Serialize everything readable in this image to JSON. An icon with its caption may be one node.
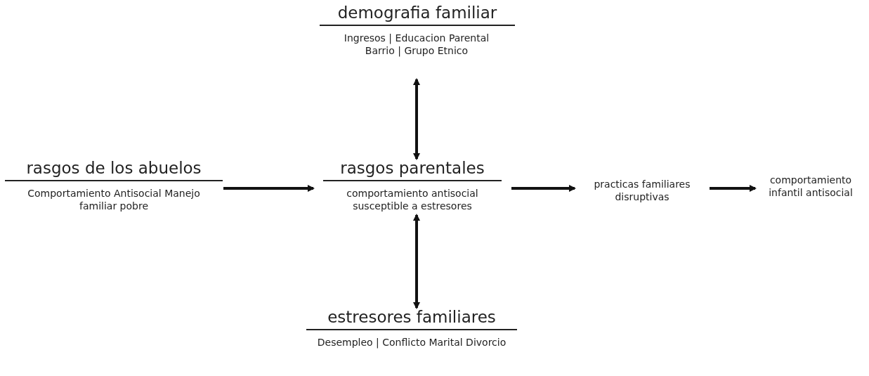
{
  "diagram": {
    "nodes": [
      {
        "text": [
          "demografia familiar",
          "Ingresos | Educacion Parental Barrio | Grupo Etnico"
        ]
      },
      {
        "text": [
          "rasgos de los abuelos",
          "Comportamiento Antisocial Manejo familiar pobre"
        ]
      },
      {
        "text": [
          "rasgos parentales",
          "comportamiento antisocial susceptible a estresores"
        ]
      },
      {
        "text": [
          "practicas familiares disruptivas"
        ]
      },
      {
        "text": [
          "comportamiento infantil antisocial"
        ]
      },
      {
        "text": [
          "estresores familiares",
          "Desempleo |  Conflicto Marital Divorcio"
        ]
      }
    ],
    "edges": [
      {
        "from": 1,
        "to": 2,
        "arrow": "to"
      },
      {
        "from": 2,
        "to": 3,
        "arrow": "to"
      },
      {
        "from": 3,
        "to": 4,
        "arrow": "to"
      },
      {
        "from": 0,
        "to": 2,
        "arrow": "both"
      },
      {
        "from": 2,
        "to": 5,
        "arrow": "both"
      }
    ]
  }
}
